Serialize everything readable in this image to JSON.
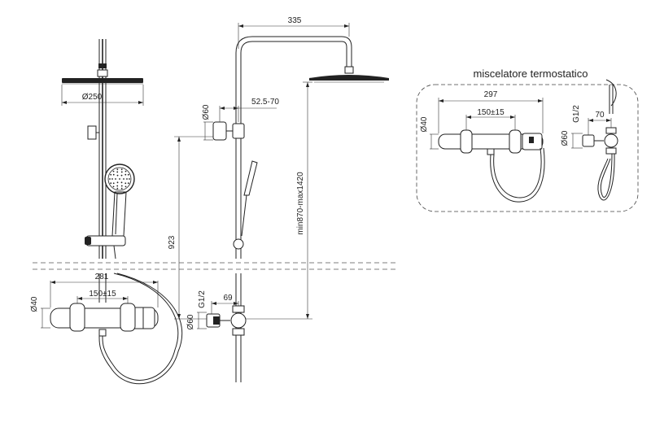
{
  "labels": {
    "head_diameter": "Ø250",
    "arm_length": "335",
    "bracket_diameter": "Ø60",
    "bracket_offset": "52.5-70",
    "height_range": "min870-max1420",
    "mixer_height": "923",
    "mixer_width": "281",
    "mixer_centers": "150±15",
    "mixer_diameter": "Ø40",
    "side_diameter": "Ø60",
    "side_thread": "G1/2",
    "side_depth": "69"
  },
  "inset": {
    "title": "miscelatore termostatico",
    "width": "297",
    "centers": "150±15",
    "diameter": "Ø40",
    "side_diameter": "Ø60",
    "side_thread": "G1/2",
    "side_depth": "70"
  }
}
